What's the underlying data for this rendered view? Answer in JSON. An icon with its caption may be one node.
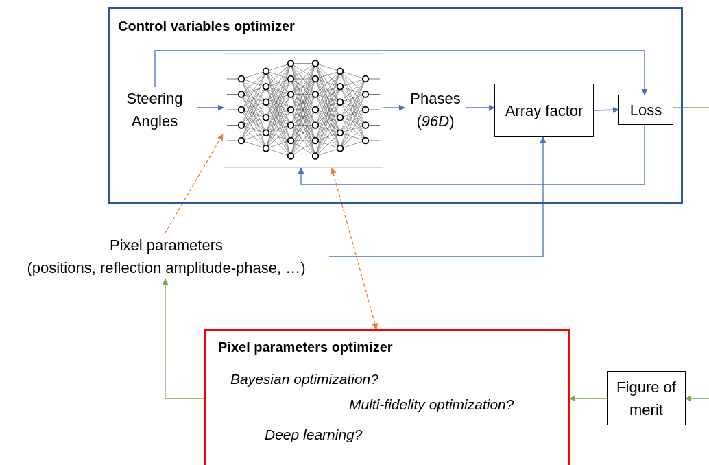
{
  "diagram": {
    "nodes": [
      {
        "text": [
          "Control variables optimizer"
        ]
      },
      {
        "text": [
          "Steering Angles"
        ],
        "in": 0
      },
      {
        "text": [],
        "shape": "picture",
        "in": 0
      },
      {
        "text": [
          "Phases (*96D*)"
        ],
        "in": 0
      },
      {
        "text": [
          "Array factor"
        ],
        "in": 0
      },
      {
        "text": [
          "Loss"
        ],
        "in": 0
      },
      {
        "text": [
          "Pixel parameters",
          "(positions, reflection amplitude-phase, …)"
        ]
      },
      {
        "text": [
          "Pixel parameters optimizer",
          "Bayesian optimization?",
          "Multi-fidelity optimization?",
          "Deep learning?"
        ]
      },
      {
        "text": [
          "Figure of merit"
        ]
      }
    ],
    "edges": [
      {
        "from": 1,
        "to": 2,
        "arrow": "to"
      },
      {
        "from": 2,
        "to": 3,
        "arrow": "to"
      },
      {
        "from": 3,
        "to": 4,
        "arrow": "to"
      },
      {
        "from": 4,
        "to": 5,
        "arrow": "to"
      },
      {
        "from": 1,
        "to": 5,
        "arrow": "to"
      },
      {
        "from": 5,
        "to": 2,
        "arrow": "to"
      },
      {
        "from": 6,
        "to": 4,
        "arrow": "to"
      },
      {
        "from": 6,
        "to": 2,
        "arrow": "to",
        "style": "dashed",
        "color": "#ed7d31"
      },
      {
        "from": 7,
        "to": 2,
        "arrow": "both",
        "style": "dashed",
        "color": "#ed7d31"
      },
      {
        "from": 7,
        "to": 6,
        "arrow": "to",
        "color": "#70ad47"
      },
      {
        "from": 8,
        "to": 7,
        "arrow": "to",
        "color": "#70ad47"
      },
      {
        "from": 5,
        "to": null,
        "arrow": "none",
        "color": "#70ad47"
      },
      {
        "from": null,
        "to": 8,
        "arrow": "to",
        "color": "#70ad47"
      }
    ]
  }
}
